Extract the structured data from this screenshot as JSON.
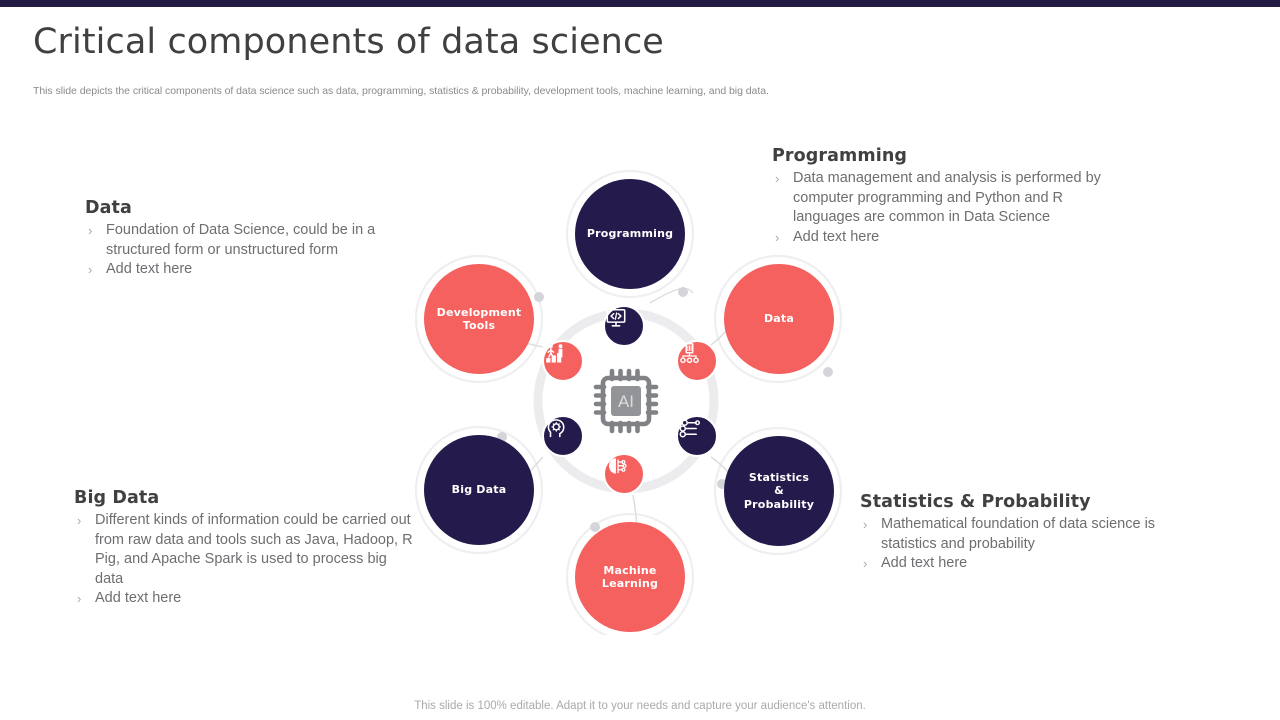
{
  "header": {
    "title": "Critical components of data science",
    "subtitle": "This slide depicts the critical components of data science such as data, programming, statistics & probability, development tools, machine learning, and big data.",
    "accent_color": "#251a42"
  },
  "colors": {
    "navy": "#251a4c",
    "red": "#f4615f",
    "chip_gray": "#808285",
    "body_text": "#6d6e71",
    "heading_text": "#404041"
  },
  "blocks": {
    "data": {
      "title": "Data",
      "bullets": [
        "Foundation of Data Science, could be in a structured form or unstructured form",
        "Add text here"
      ]
    },
    "programming": {
      "title": "Programming",
      "bullets": [
        "Data management and analysis  is performed by computer programming and Python and R languages are common in Data Science",
        "Add text here"
      ]
    },
    "big_data": {
      "title": "Big Data",
      "bullets": [
        "Different kinds of information could be carried out from raw data and tools such as Java, Hadoop, R Pig, and Apache Spark is used to process big data",
        "Add text here"
      ]
    },
    "statistics": {
      "title": "Statistics & Probability",
      "bullets": [
        "Mathematical foundation of data science is statistics and probability",
        "Add text here"
      ]
    }
  },
  "diagram": {
    "center_label": "AI",
    "center_icon": "cpu-chip-icon",
    "nodes": [
      {
        "id": "programming",
        "label": "Programming",
        "color": "navy"
      },
      {
        "id": "data",
        "label": "Data",
        "color": "red"
      },
      {
        "id": "statistics",
        "label": "Statistics\n&\nProbability",
        "color": "navy"
      },
      {
        "id": "machine",
        "label": "Machine\nLearning",
        "color": "red"
      },
      {
        "id": "bigdata",
        "label": "Big Data",
        "color": "navy"
      },
      {
        "id": "devtools",
        "label": "Development\nTools",
        "color": "red"
      }
    ],
    "icons": [
      {
        "id": "programming-icon",
        "name": "monitor-code-icon",
        "color": "navy"
      },
      {
        "id": "data-icon",
        "name": "database-tree-icon",
        "color": "red"
      },
      {
        "id": "statistics-icon",
        "name": "sliders-icon",
        "color": "navy"
      },
      {
        "id": "machine-icon",
        "name": "brain-circuit-icon",
        "color": "red"
      },
      {
        "id": "bigdata-icon",
        "name": "head-gear-icon",
        "color": "navy"
      },
      {
        "id": "devtools-icon",
        "name": "person-chart-icon",
        "color": "red"
      }
    ]
  },
  "footer": {
    "note": "This slide is 100% editable. Adapt it to your needs and capture your audience's attention."
  }
}
